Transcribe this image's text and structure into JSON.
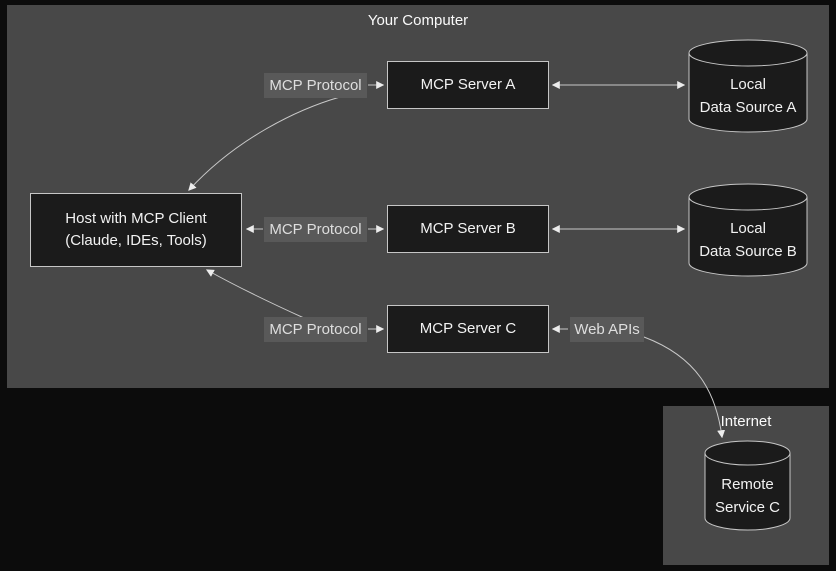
{
  "diagram": {
    "computer_group": {
      "title": "Your Computer",
      "host": {
        "line1": "Host with MCP Client",
        "line2": "(Claude, IDEs, Tools)"
      },
      "servers": [
        {
          "label": "MCP Server A"
        },
        {
          "label": "MCP Server B"
        },
        {
          "label": "MCP Server C"
        }
      ],
      "data_sources": [
        {
          "line1": "Local",
          "line2": "Data Source A"
        },
        {
          "line1": "Local",
          "line2": "Data Source B"
        }
      ],
      "edge_labels": {
        "protocol_a": "MCP Protocol",
        "protocol_b": "MCP Protocol",
        "protocol_c": "MCP Protocol",
        "web_apis": "Web APIs"
      }
    },
    "internet_group": {
      "title": "Internet",
      "remote_service": {
        "line1": "Remote",
        "line2": "Service C"
      }
    },
    "colors": {
      "canvas_bg": "#0c0c0c",
      "group_bg": "#484848",
      "node_bg": "#1b1b1b",
      "node_border": "#c6c6c6",
      "edge_label_bg": "#595959",
      "arrow": "#c9c9c9",
      "text": "#f2f2f2"
    }
  }
}
